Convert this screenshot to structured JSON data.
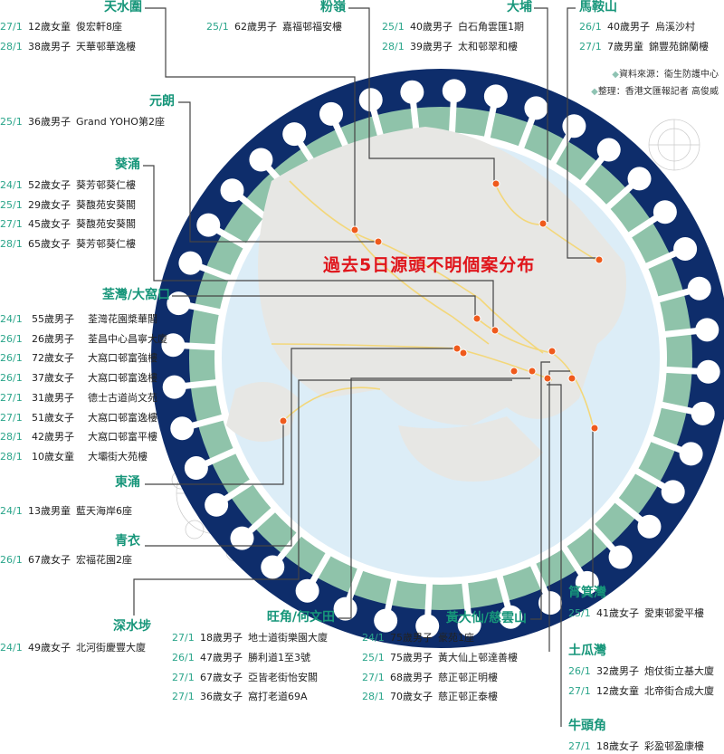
{
  "title": "過去5日源頭不明個案分布",
  "credits": [
    "資料來源：衞生防護中心",
    "整理：香港文匯報記者 高俊威"
  ],
  "colors": {
    "accent": "#17967a",
    "date": "#2aa58a",
    "title": "#e0151b",
    "ring": "#0e2d6b",
    "band": "#8fc3aa",
    "disc": "#dcedf7",
    "dot": "#ef5a1c"
  },
  "districts": [
    {
      "name": "天水圍",
      "cases": [
        {
          "date": "27/1",
          "person": "12歲女童",
          "place": "俊宏軒8座"
        },
        {
          "date": "28/1",
          "person": "38歲男子",
          "place": "天華邨華逸樓"
        }
      ]
    },
    {
      "name": "粉嶺",
      "cases": [
        {
          "date": "25/1",
          "person": "62歲男子",
          "place": "嘉福邨福安樓"
        }
      ]
    },
    {
      "name": "大埔",
      "cases": [
        {
          "date": "25/1",
          "person": "40歲男子",
          "place": "白石角雲匯1期"
        },
        {
          "date": "28/1",
          "person": "39歲男子",
          "place": "太和邨翠和樓"
        }
      ]
    },
    {
      "name": "馬鞍山",
      "cases": [
        {
          "date": "26/1",
          "person": "40歲男子",
          "place": "烏溪沙村"
        },
        {
          "date": "27/1",
          "person": "7歲男童",
          "place": "錦豐苑錦蘭樓"
        }
      ]
    },
    {
      "name": "元朗",
      "cases": [
        {
          "date": "25/1",
          "person": "36歲男子",
          "place": "Grand YOHO第2座"
        }
      ]
    },
    {
      "name": "葵涌",
      "cases": [
        {
          "date": "24/1",
          "person": "52歲女子",
          "place": "葵芳邨葵仁樓"
        },
        {
          "date": "25/1",
          "person": "29歲女子",
          "place": "葵馥苑安葵閣"
        },
        {
          "date": "27/1",
          "person": "45歲女子",
          "place": "葵馥苑安葵閣"
        },
        {
          "date": "28/1",
          "person": "65歲女子",
          "place": "葵芳邨葵仁樓"
        }
      ]
    },
    {
      "name": "荃灣/大窩口",
      "cases": [
        {
          "date": "24/1",
          "person": "55歲男子",
          "place": "荃灣花園槳華閣"
        },
        {
          "date": "26/1",
          "person": "26歲男子",
          "place": "荃昌中心昌寧大廈"
        },
        {
          "date": "26/1",
          "person": "72歲女子",
          "place": "大窩口邨富強樓"
        },
        {
          "date": "26/1",
          "person": "37歲女子",
          "place": "大窩口邨富逸樓"
        },
        {
          "date": "27/1",
          "person": "31歲男子",
          "place": "德士古道尚文苑"
        },
        {
          "date": "27/1",
          "person": "51歲女子",
          "place": "大窩口邨富逸樓"
        },
        {
          "date": "28/1",
          "person": "42歲男子",
          "place": "大窩口邨富平樓"
        },
        {
          "date": "28/1",
          "person": "10歲女童",
          "place": "大壩街大苑樓"
        }
      ]
    },
    {
      "name": "東涌",
      "cases": [
        {
          "date": "24/1",
          "person": "13歲男童",
          "place": "藍天海岸6座"
        }
      ]
    },
    {
      "name": "青衣",
      "cases": [
        {
          "date": "26/1",
          "person": "67歲女子",
          "place": "宏福花園2座"
        }
      ]
    },
    {
      "name": "深水埗",
      "cases": [
        {
          "date": "24/1",
          "person": "49歲女子",
          "place": "北河街慶豐大廈"
        }
      ]
    },
    {
      "name": "旺角/何文田",
      "cases": [
        {
          "date": "27/1",
          "person": "18歲男子",
          "place": "地士道街樂園大廈"
        },
        {
          "date": "26/1",
          "person": "47歲男子",
          "place": "勝利道1至3號"
        },
        {
          "date": "27/1",
          "person": "67歲女子",
          "place": "亞皆老街怡安閣"
        },
        {
          "date": "27/1",
          "person": "36歲女子",
          "place": "窩打老道69A"
        }
      ]
    },
    {
      "name": "黃大仙/慈雲山",
      "cases": [
        {
          "date": "24/1",
          "person": "75歲男子",
          "place": "豪苑1座"
        },
        {
          "date": "25/1",
          "person": "75歲男子",
          "place": "黃大仙上邨達善樓"
        },
        {
          "date": "27/1",
          "person": "68歲男子",
          "place": "慈正邨正明樓"
        },
        {
          "date": "28/1",
          "person": "70歲女子",
          "place": "慈正邨正泰樓"
        }
      ]
    },
    {
      "name": "筲箕灣",
      "cases": [
        {
          "date": "25/1",
          "person": "41歲女子",
          "place": "愛東邨愛平樓"
        }
      ]
    },
    {
      "name": "土瓜灣",
      "cases": [
        {
          "date": "26/1",
          "person": "32歲男子",
          "place": "炮仗街立基大廈"
        },
        {
          "date": "27/1",
          "person": "12歲女童",
          "place": "北帝街合成大廈"
        }
      ]
    },
    {
      "name": "牛頭角",
      "cases": [
        {
          "date": "27/1",
          "person": "18歲女子",
          "place": "彩盈邨盈康樓"
        }
      ]
    }
  ]
}
